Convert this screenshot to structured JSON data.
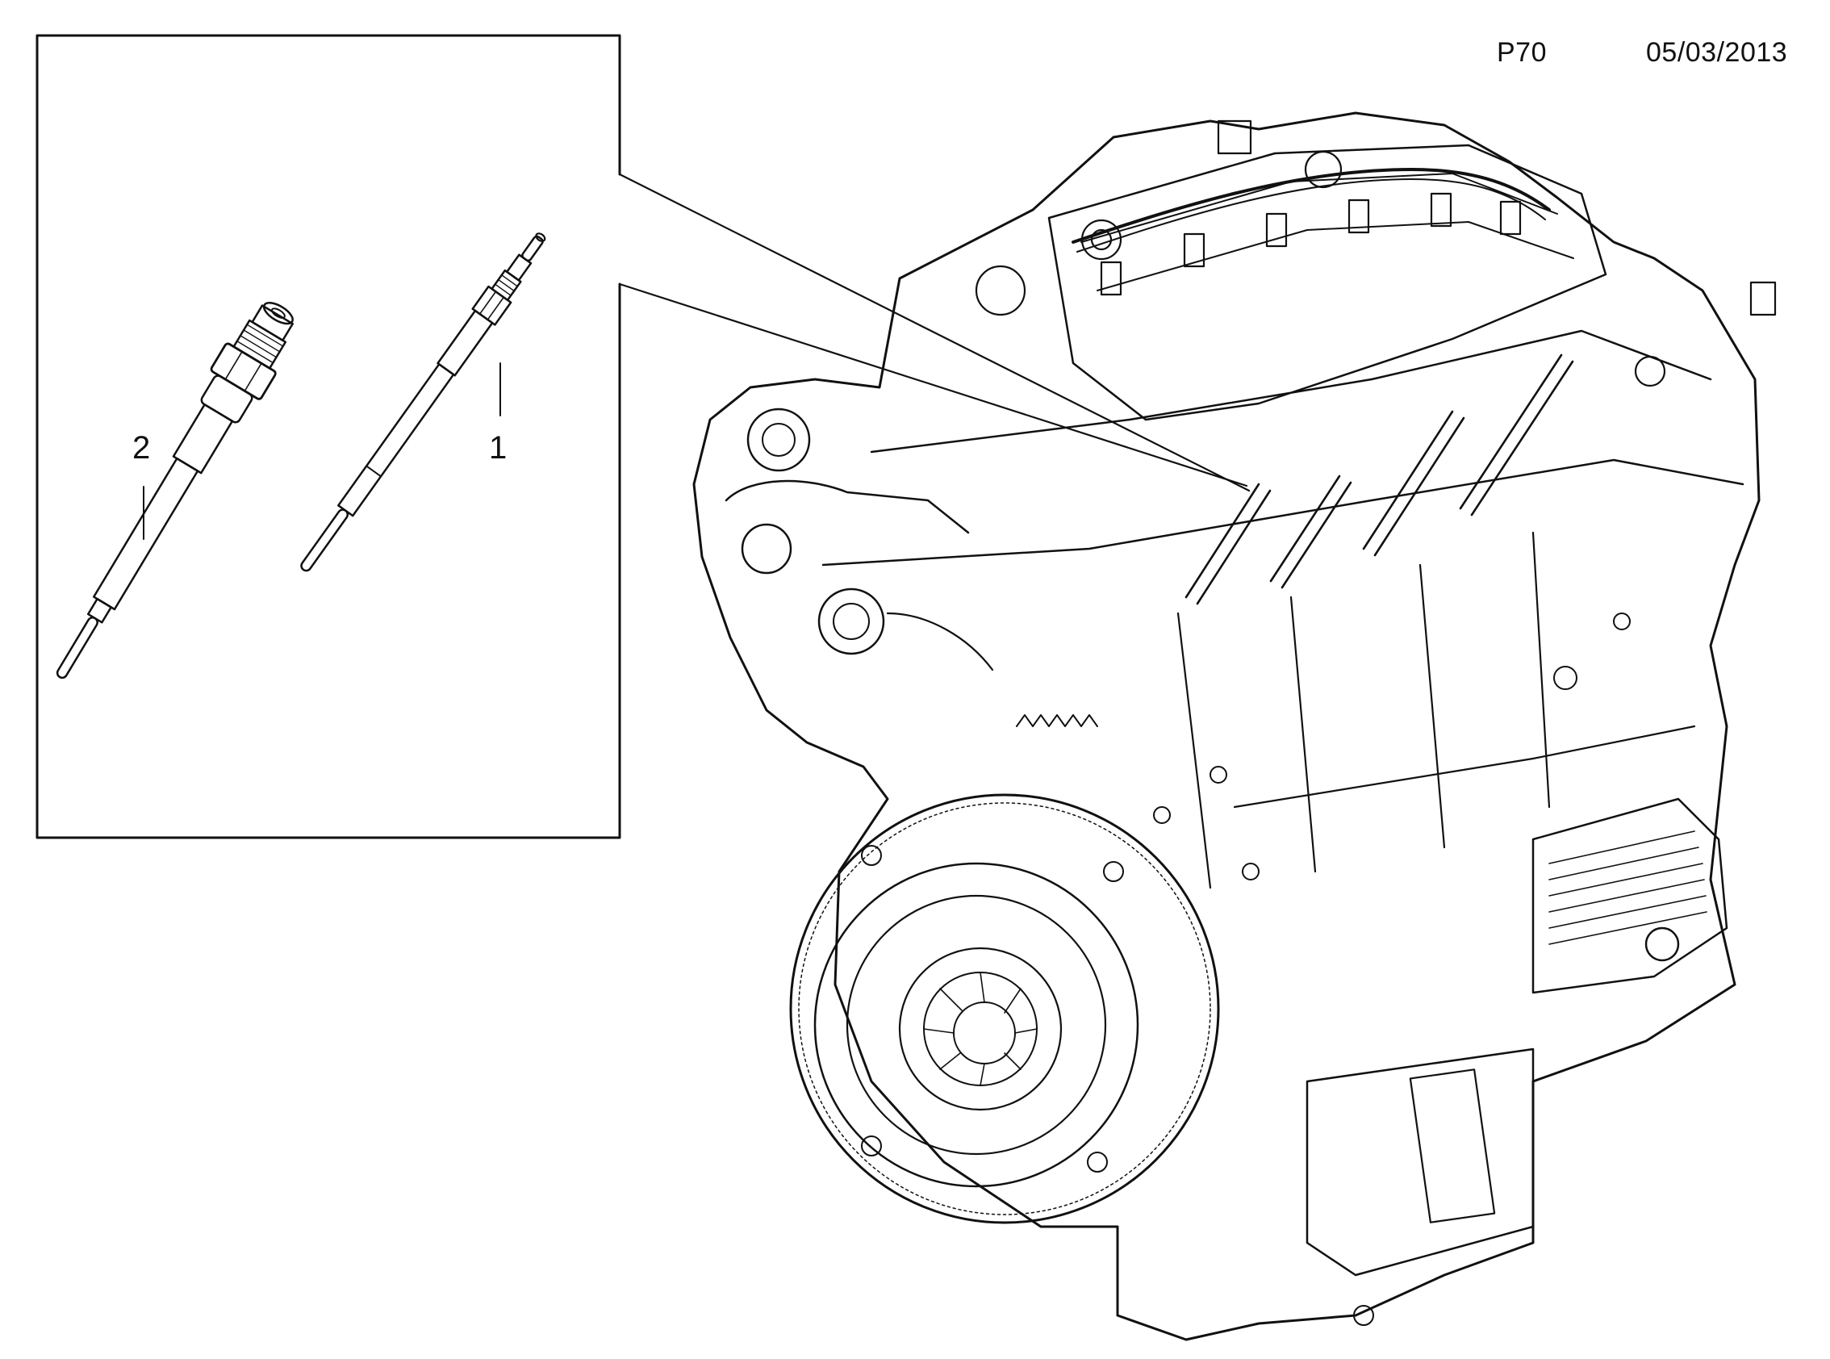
{
  "header": {
    "page_code": "P70",
    "date": "05/03/2013"
  },
  "callouts": {
    "part1": "1",
    "part2": "2"
  },
  "icons": [
    "glow-plug-1-icon",
    "glow-plug-2-icon",
    "engine-icon"
  ]
}
